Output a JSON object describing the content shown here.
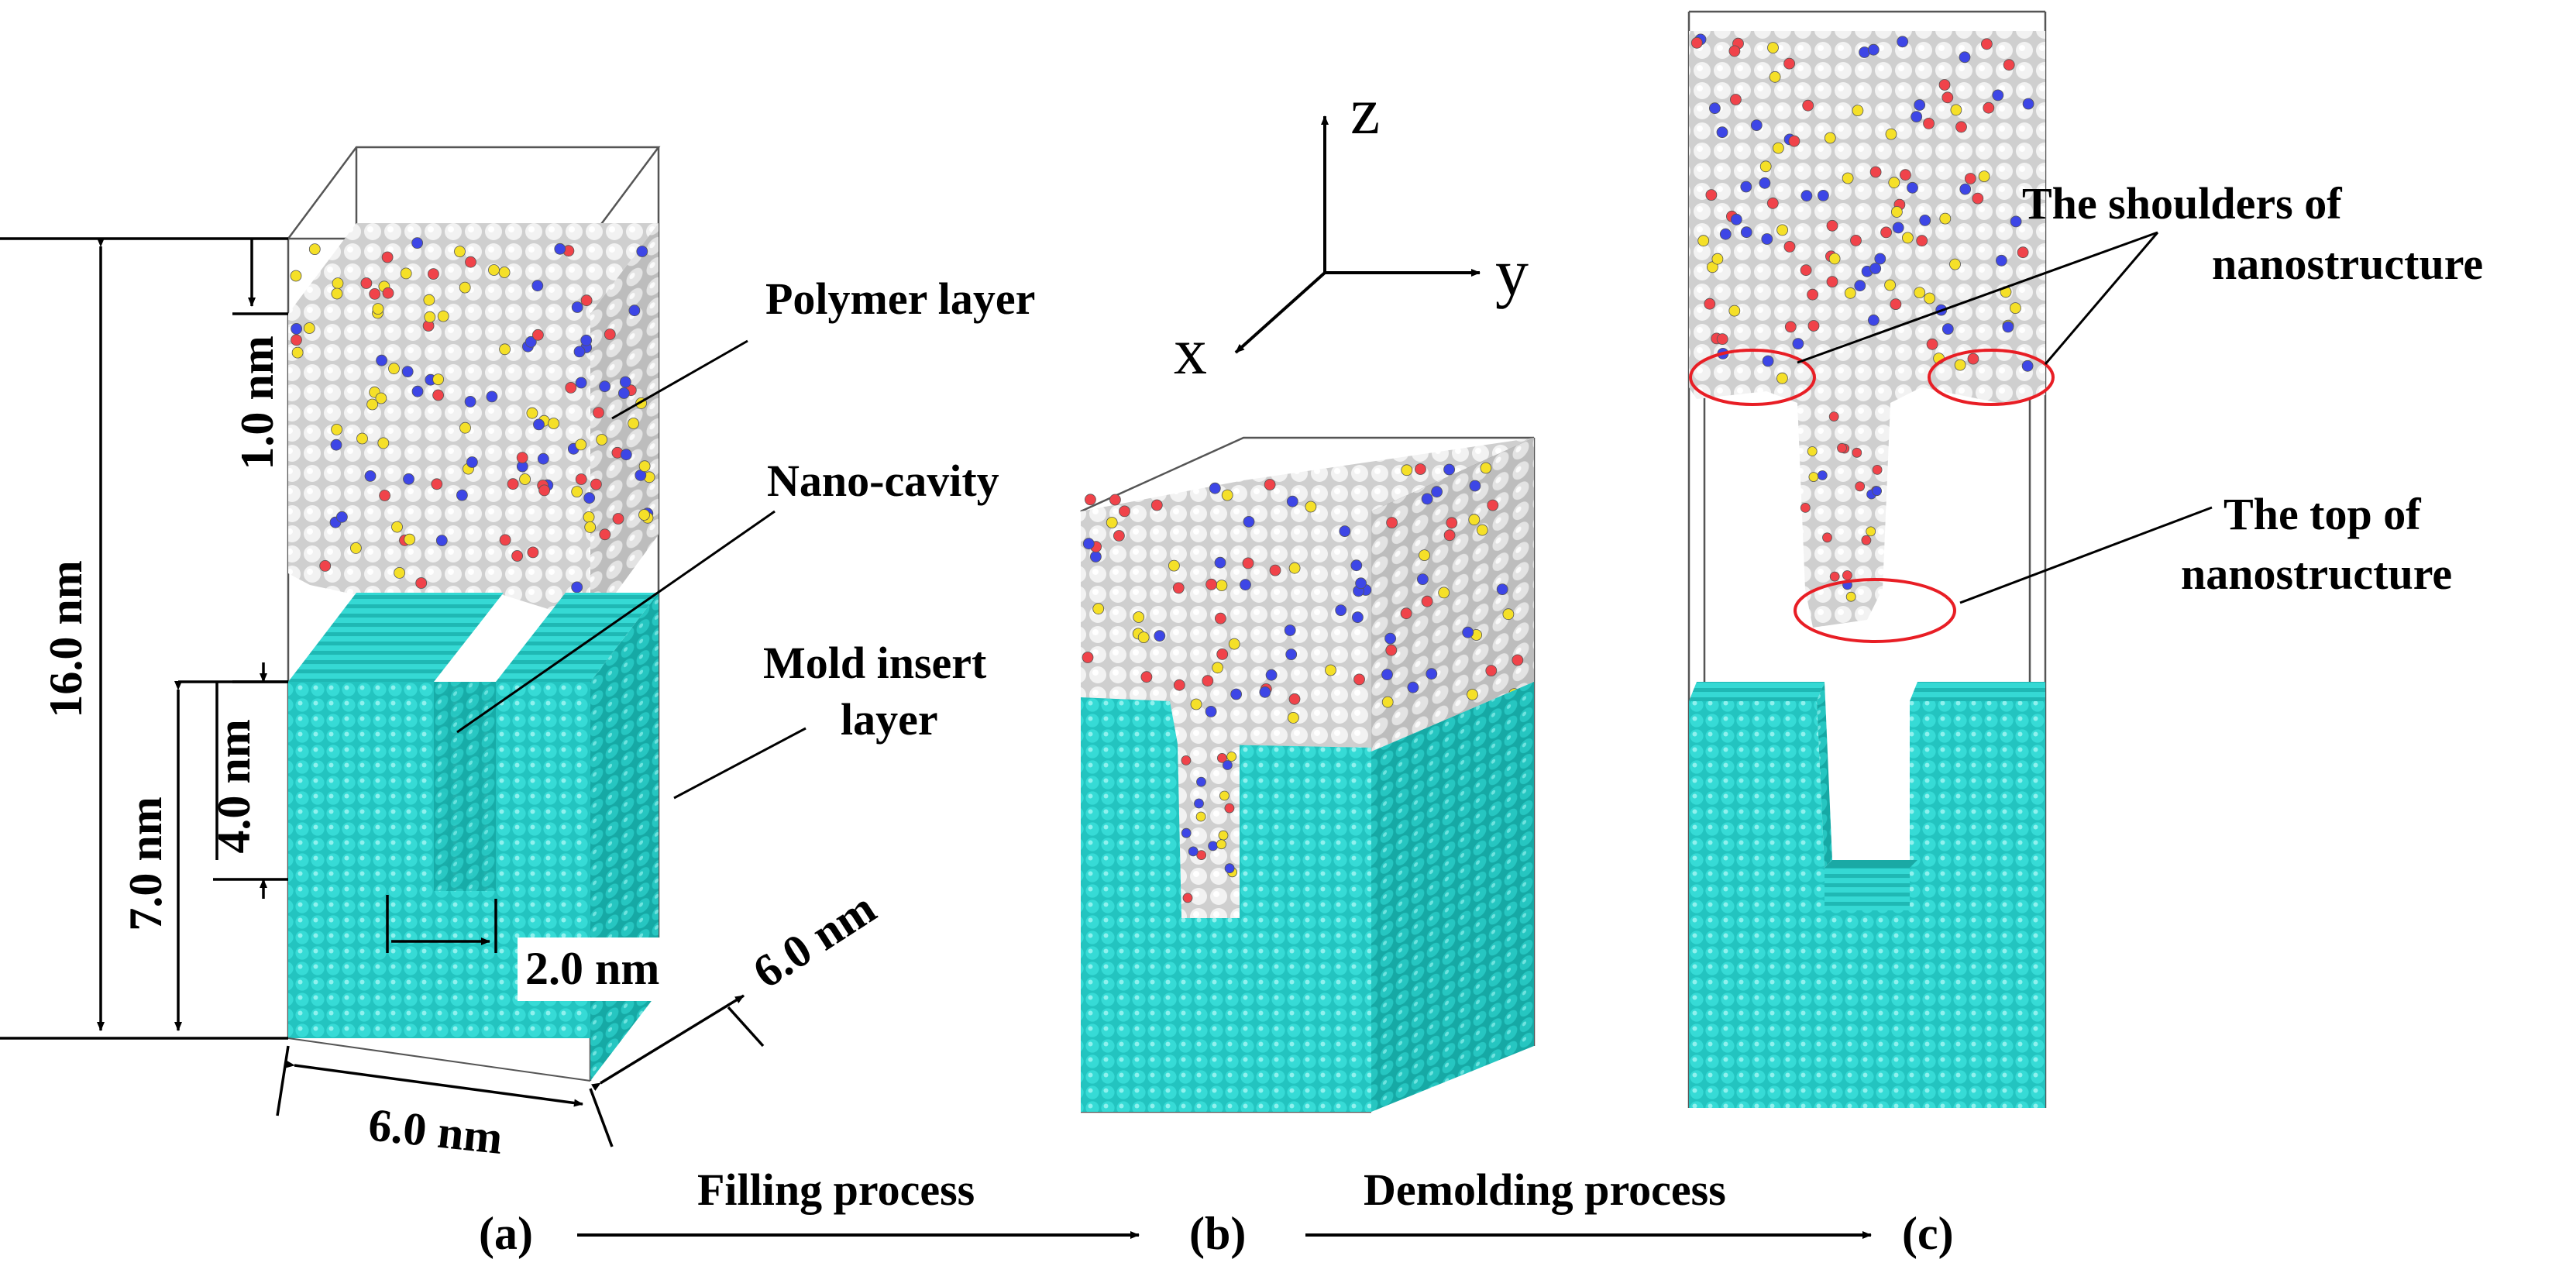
{
  "labels": {
    "polymer_layer": "Polymer layer",
    "nano_cavity": "Nano-cavity",
    "mold_insert_1": "Mold insert",
    "mold_insert_2": "layer",
    "shoulders_1": "The shoulders of",
    "shoulders_2": "nanostructure",
    "top_1": "The top of",
    "top_2": "nanostructure"
  },
  "axes": {
    "z": "z",
    "y": "y",
    "x": "x"
  },
  "dimensions": {
    "total_height": "16.0 nm",
    "gap": "1.0 nm",
    "cavity_depth": "4.0 nm",
    "mold_height": "7.0 nm",
    "cavity_width": "2.0 nm",
    "depth": "6.0 nm",
    "width": "6.0 nm"
  },
  "panels": {
    "a": "(a)",
    "b": "(b)",
    "c": "(c)"
  },
  "processes": {
    "filling": "Filling process",
    "demolding": "Demolding process"
  },
  "colors": {
    "mold": "#2ad7d2",
    "mold_dark": "#17a9a6",
    "polymer_base": "#e6e6e6",
    "atom_red": "#f0434a",
    "atom_blue": "#3d46e6",
    "atom_yellow": "#f5e028",
    "highlight": "#e81e25"
  }
}
